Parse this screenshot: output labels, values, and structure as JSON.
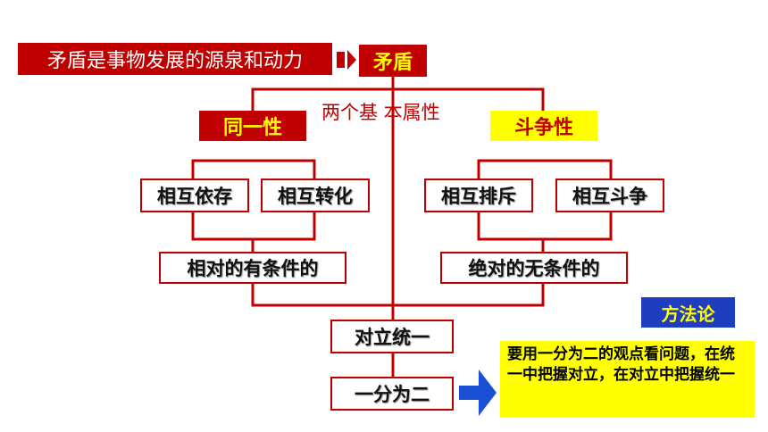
{
  "top_statement": "矛盾是事物发展的源泉和动力",
  "root": "矛盾",
  "branch_label": "两个基 本属性",
  "left": {
    "title": "同一性",
    "items": [
      "相互依存",
      "相互转化"
    ],
    "summary": "相对的有条件的"
  },
  "right": {
    "title": "斗争性",
    "items": [
      "相互排斥",
      "相互斗争"
    ],
    "summary": "绝对的无条件的"
  },
  "unity": "对立统一",
  "one_into_two": "一分为二",
  "methodology": {
    "tag": "方法论",
    "text": "要用一分为二的观点看问题，在统一中把握对立，在对立中把握统一"
  },
  "colors": {
    "red": "#c00000",
    "yellow": "#ffff00",
    "blue_tag": "#1f3dbf",
    "arrow_blue": "#1a4fd6",
    "note_bg": "#ffff00"
  }
}
